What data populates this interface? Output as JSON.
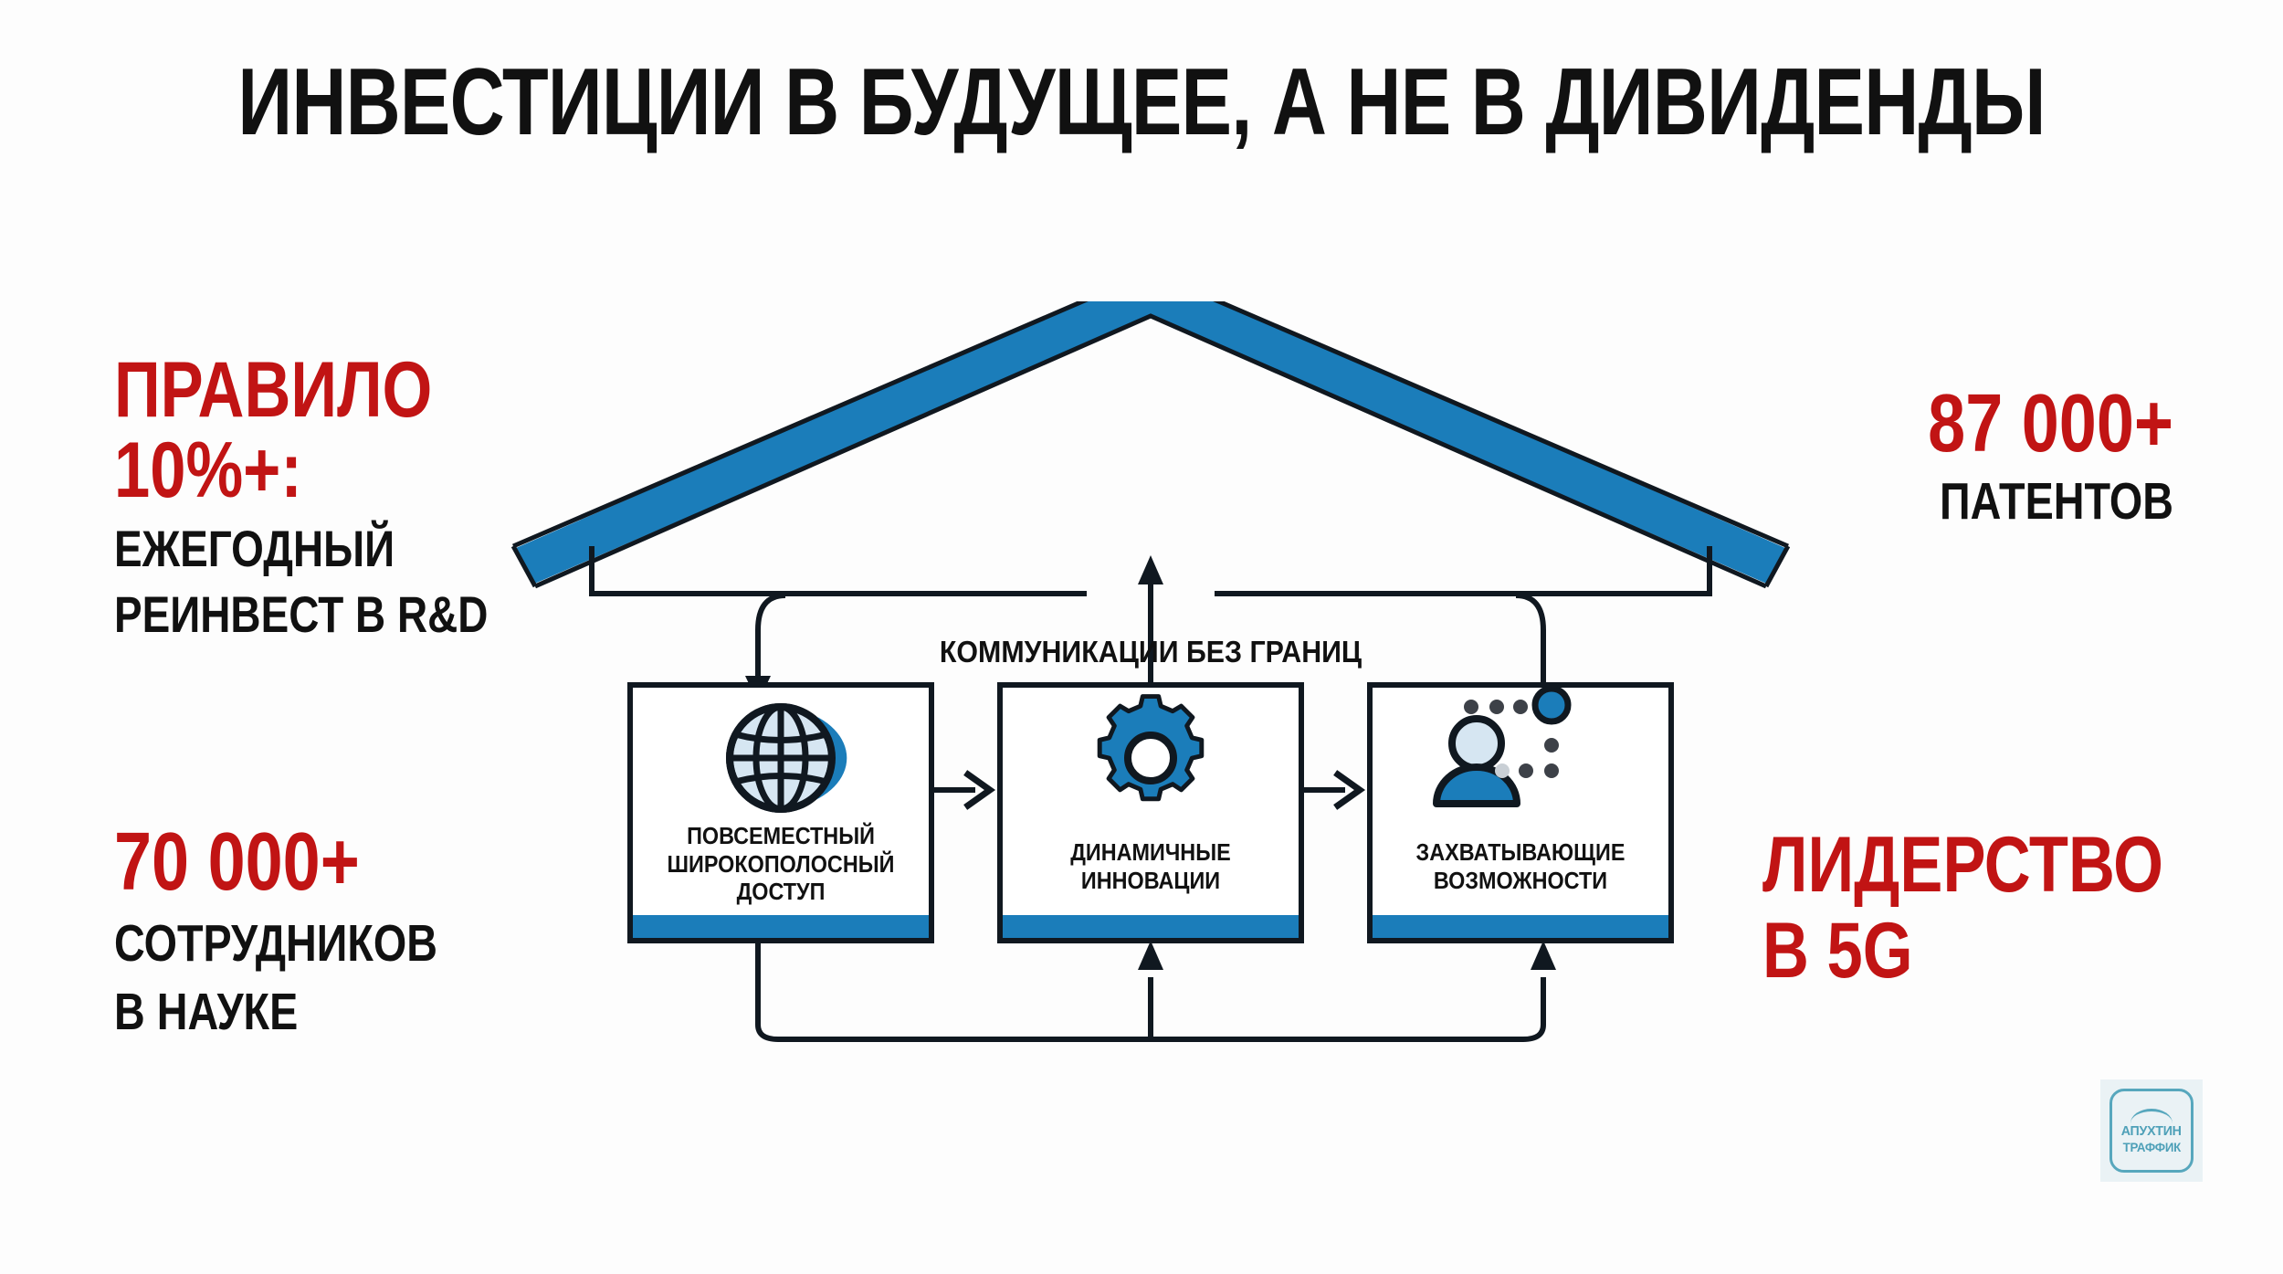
{
  "title": "ИНВЕСТИЦИИ В БУДУЩЕЕ, А НЕ В ДИВИДЕНДЫ",
  "colors": {
    "red": "#C11414",
    "blue": "#1B7DBA",
    "dark": "#111111",
    "background": "#FDFDFD",
    "logo_teal": "#4EA0B8"
  },
  "stats": {
    "rule": {
      "line1": "ПРАВИЛО",
      "line2": "10%+:",
      "caption_line1": "ЕЖЕГОДНЫЙ",
      "caption_line2": "РЕИНВЕСТ В R&D"
    },
    "staff": {
      "value": "70 000+",
      "caption_line1": "СОТРУДНИКОВ",
      "caption_line2": "В НАУКЕ"
    },
    "patents": {
      "value": "87 000+",
      "caption": "ПАТЕНТОВ"
    },
    "leadership": {
      "line1": "ЛИДЕРСТВО",
      "line2": "В 5G"
    }
  },
  "diagram": {
    "roof_label": "КОММУНИКАЦИИ БЕЗ ГРАНИЦ",
    "pillars": [
      {
        "icon": "globe-icon",
        "label": "ПОВСЕМЕСТНЫЙ\nШИРОКОПОЛОСНЫЙ\nДОСТУП"
      },
      {
        "icon": "gear-icon",
        "label": "ДИНАМИЧНЫЕ\nИННОВАЦИИ"
      },
      {
        "icon": "user-network-icon",
        "label": "ЗАХВАТЫВАЮЩИЕ\nВОЗМОЖНОСТИ"
      }
    ]
  },
  "logo": {
    "line1": "АПУХТИН",
    "line2": "ТРАФФИК"
  }
}
